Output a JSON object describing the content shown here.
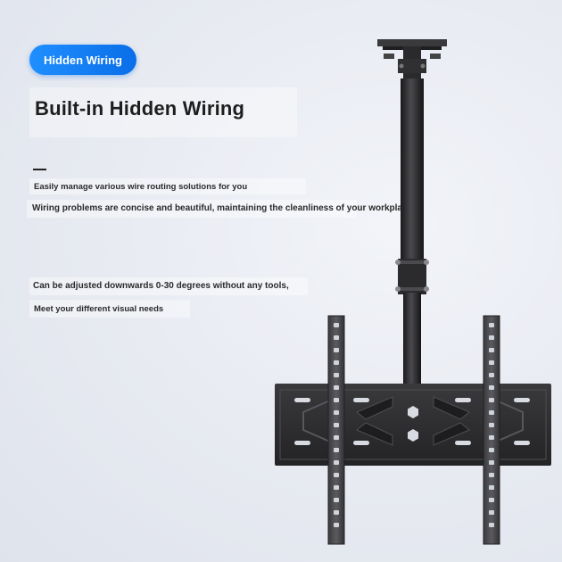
{
  "badge": {
    "label": "Hidden Wiring"
  },
  "heading": {
    "title": "Built-in Hidden Wiring"
  },
  "text": {
    "line1": "Easily manage various wire routing solutions for you",
    "line2": "Wiring problems are concise and beautiful, maintaining the cleanliness of your workplace",
    "line3": "Can be adjusted downwards 0-30 degrees without any tools,",
    "line4": "Meet your different visual needs"
  },
  "colors": {
    "accent": "#0a6ee8",
    "background": "#e9ecf3",
    "metal": "#2b2b2d"
  }
}
